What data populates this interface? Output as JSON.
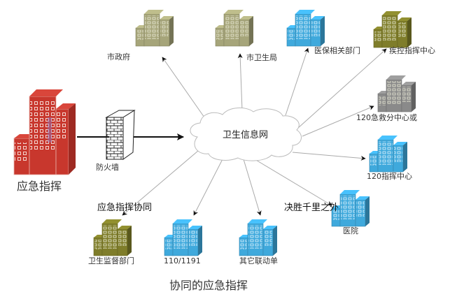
{
  "diagram": {
    "title": "协同的应急指挥",
    "source": {
      "label": "应急指挥",
      "color": "#c8372d"
    },
    "firewall": {
      "label": "防火墙"
    },
    "hub": {
      "label": "卫生信息网"
    },
    "nodes": [
      {
        "id": "city-gov",
        "label": "市政府",
        "color": "#a6a57a"
      },
      {
        "id": "city-health-bureau",
        "label": "市卫生局",
        "color": "#a6a57a"
      },
      {
        "id": "medical-insurance",
        "label": "医保相关部门",
        "color": "#3fa9dc"
      },
      {
        "id": "cdc-command",
        "label": "疾控指挥中心",
        "color": "#7f7d2a"
      },
      {
        "id": "emergency-120-branch",
        "label": "120急救分中心或",
        "color": "#8a8a8a"
      },
      {
        "id": "command-120",
        "label": "120指挥中心",
        "color": "#3fa9dc"
      },
      {
        "id": "hospital",
        "label": "医院",
        "color": "#3fa9dc"
      },
      {
        "id": "other-units",
        "label": "其它联动单",
        "color": "#3fa9dc"
      },
      {
        "id": "police-110",
        "label": "110/1191",
        "color": "#3fa9dc"
      },
      {
        "id": "health-supervision",
        "label": "卫生监督部门",
        "color": "#7f7d2a"
      }
    ],
    "overlay_texts": [
      "应急指挥协同",
      "决胜千里之外"
    ]
  }
}
